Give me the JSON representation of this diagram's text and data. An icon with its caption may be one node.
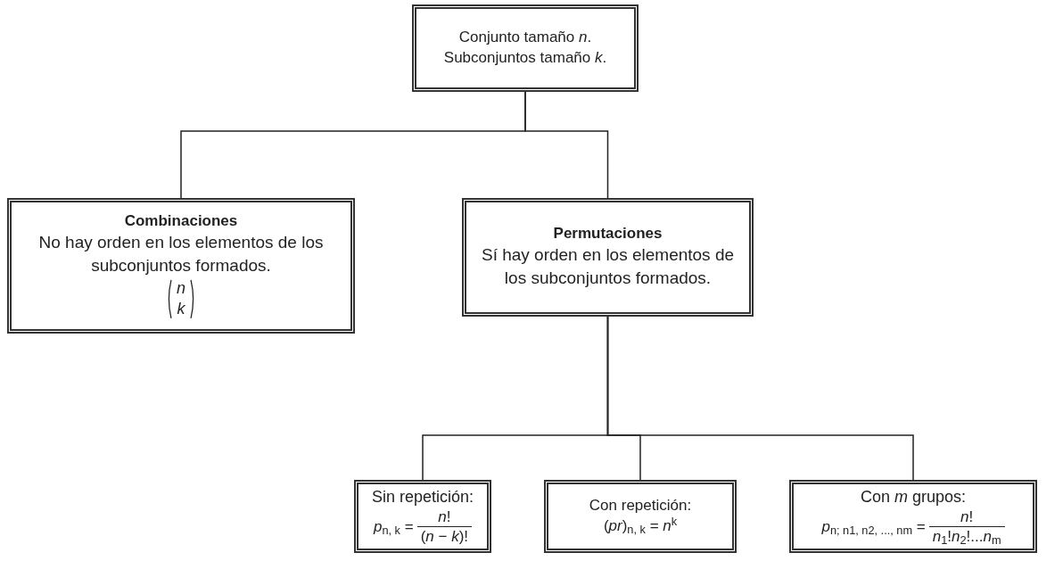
{
  "diagram": {
    "nodes": [
      {
        "text": [
          "Conjunto tamaño *n*.",
          "Subconjuntos tamaño *k*."
        ]
      },
      {
        "text": [
          "Combinaciones",
          "No hay orden en los elementos de los subconjuntos formados.",
          "*n*",
          "*k*"
        ]
      },
      {
        "text": [
          "Permutaciones",
          "Sí hay orden en los elementos de los subconjuntos formados."
        ]
      },
      {
        "text": [
          "Sin repetición:",
          "*p*$_{n, k}$ =",
          "*n*!",
          "(*n* − *k*)!"
        ]
      },
      {
        "text": [
          "Con repetición:",
          "(*pr*)$_{n, k}$ = *n*$^{k}$"
        ]
      },
      {
        "text": [
          "Con *m* grupos:",
          "*p*$_{n; n1, n2, ..., nm}$ =",
          "*n*!",
          "*n*$_{1}$!*n*$_{2}$!...*n*$_{m}$"
        ]
      }
    ],
    "edges": [
      {
        "from": 0,
        "to": 1,
        "arrow": "none"
      },
      {
        "from": 0,
        "to": 2,
        "arrow": "none"
      },
      {
        "from": 2,
        "to": 3,
        "arrow": "none"
      },
      {
        "from": 2,
        "to": 4,
        "arrow": "none"
      },
      {
        "from": 2,
        "to": 5,
        "arrow": "none"
      }
    ]
  }
}
